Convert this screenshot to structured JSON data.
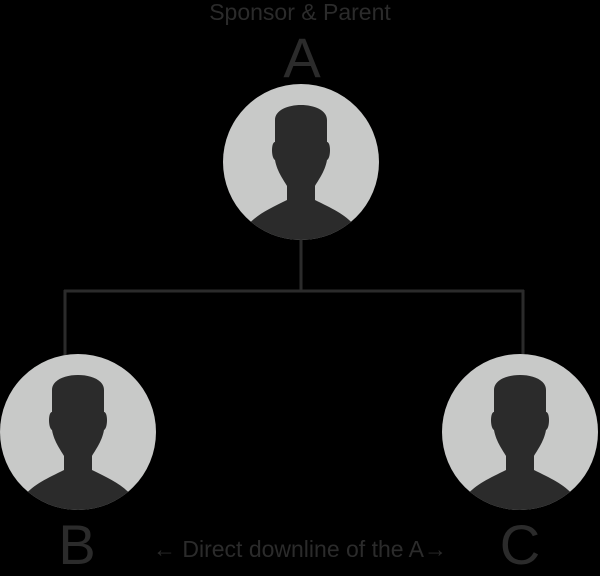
{
  "title": "Sponsor & Parent",
  "nodes": {
    "a": {
      "label": "A",
      "role": "sponsor-parent"
    },
    "b": {
      "label": "B",
      "role": "direct-downline"
    },
    "c": {
      "label": "C",
      "role": "direct-downline"
    }
  },
  "caption": "Direct downline of the A",
  "arrows": {
    "left": "←",
    "right": "→"
  },
  "colors": {
    "background": "#000000",
    "circle": "#c8c9c8",
    "silhouette": "#2b2b2b",
    "connector": "#2b2b2b",
    "text": "#2b2b2b"
  },
  "icons": [
    "person-avatar-icon",
    "person-avatar-icon",
    "person-avatar-icon",
    "arrow-left-icon",
    "arrow-right-icon"
  ]
}
